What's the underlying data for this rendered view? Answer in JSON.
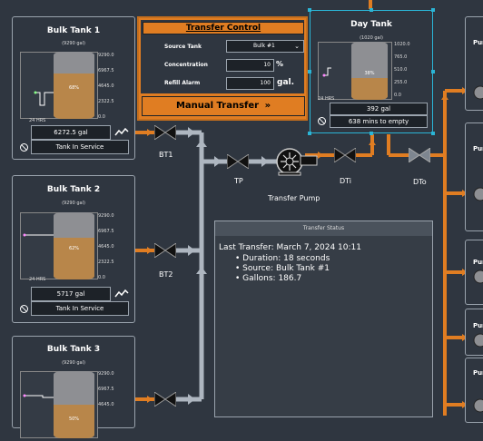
{
  "tanks": [
    {
      "title": "Bulk Tank 1",
      "capacity": "(9290 gal)",
      "ticks": [
        "9290.0",
        "6967.5",
        "4645.0",
        "2322.5",
        "0.0"
      ],
      "hrs": "24 HRS",
      "pct": "68%",
      "level": 0.68,
      "volume": "6272.5 gal",
      "status": "Tank In Service"
    },
    {
      "title": "Bulk Tank 2",
      "capacity": "(9290 gal)",
      "ticks": [
        "9290.0",
        "6967.5",
        "4645.0",
        "2322.5",
        "0.0"
      ],
      "hrs": "24 HRS",
      "pct": "62%",
      "level": 0.62,
      "volume": "5717 gal",
      "status": "Tank In Service"
    },
    {
      "title": "Bulk Tank 3",
      "capacity": "(9290 gal)",
      "ticks": [
        "9290.0",
        "6967.5",
        "4645.0"
      ],
      "hrs": "",
      "pct": "50%",
      "level": 0.5,
      "volume": "",
      "status": ""
    }
  ],
  "day_tank": {
    "title": "Day Tank",
    "capacity": "(1020 gal)",
    "ticks": [
      "1020.0",
      "765.0",
      "510.0",
      "255.0",
      "0.0"
    ],
    "hrs": "24 HRS",
    "pct": "38%",
    "level": 0.38,
    "volume": "392 gal",
    "empty": "638 mins to empty"
  },
  "transfer_control": {
    "title": "Transfer Control",
    "source_label": "Source Tank",
    "source_value": "Bulk #1",
    "conc_label": "Concentration",
    "conc_value": "10",
    "conc_unit": "%",
    "alarm_label": "Refill Alarm",
    "alarm_value": "100",
    "alarm_unit": "gal.",
    "button": "Manual Transfer"
  },
  "valves": {
    "bt1": "BT1",
    "bt2": "BT2",
    "tp": "TP",
    "pump": "Transfer Pump",
    "dti": "DTi",
    "dto": "DTo"
  },
  "transfer_status": {
    "title": "Transfer Status",
    "last": "Last Transfer: March 7, 2024 10:11",
    "items": [
      "Duration: 18 seconds",
      "Source: Bulk Tank #1",
      "Gallons: 186.7"
    ]
  },
  "pumps": [
    "Pum",
    "Pum",
    "Pum",
    "Pum",
    "Pum"
  ],
  "colors": {
    "bg": "#2f3640",
    "pipe_orange": "#e07d22",
    "pipe_gray": "#aeb6c0",
    "fluid": "#b8864a",
    "tank_empty": "#8e8f93",
    "accent": "#2bb5d6"
  }
}
